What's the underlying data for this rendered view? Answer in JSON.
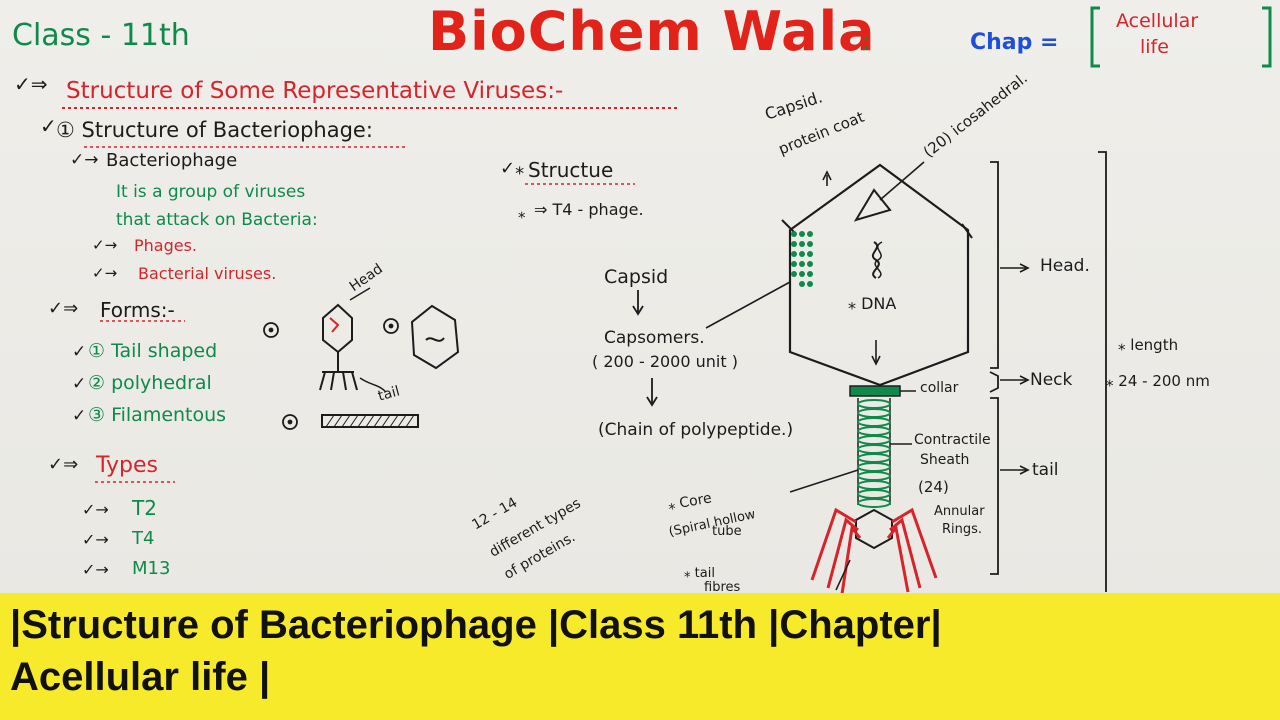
{
  "header": {
    "class_label": "Class - 11th",
    "brand": "BioChem Wala",
    "brand_suffix": ":",
    "chap_label": "Chap =",
    "chap_value_line1": "Acellular",
    "chap_value_line2": "life"
  },
  "notes": {
    "section_title": "Structure of Some Representative Viruses:-",
    "subtitle": "① Structure of Bacteriophage:",
    "term": "Bacteriophage",
    "definition_line1": "It is a group of viruses",
    "definition_line2": "that attack on Bacteria:",
    "alias1": "Phages.",
    "alias2": "Bacterial viruses.",
    "forms_label": "Forms:-",
    "form1": "① Tail shaped",
    "form2": "② polyhedral",
    "form3": "③ Filamentous",
    "types_label": "Types",
    "type1": "T2",
    "type2": "T4",
    "type3": "M13"
  },
  "small_sketch": {
    "head_label": "Head",
    "tail_label": "tail"
  },
  "middle": {
    "structure_label": "Structue",
    "t4_label": "⇒ T4 - phage.",
    "capsid": "Capsid",
    "capsomers": "Capsomers.",
    "units": "( 200 - 2000 unit )",
    "chain": "(Chain of polypeptide.)",
    "proteins_note_line1": "12 - 14",
    "proteins_note_line2": "different types",
    "proteins_note_line3": "of proteins."
  },
  "diagram": {
    "capsid_label": "Capsid.",
    "protein_coat_label": "protein coat",
    "icosahedral_label": "(20) icosahedral.",
    "dna_label": "DNA",
    "head_label": "Head.",
    "collar_label": "collar",
    "neck_label": "Neck",
    "sheath_line1": "Contractile",
    "sheath_line2": "Sheath",
    "sheath_line3": "(24)",
    "tail_label": "tail",
    "core_line1": "Core",
    "core_line2": "(Spiral hollow",
    "core_line3": "tube",
    "annular_line1": "Annular",
    "annular_line2": "Rings.",
    "tail_fibres_line1": "tail",
    "tail_fibres_line2": "fibres",
    "length_label": "length",
    "length_value": "24 - 200 nm"
  },
  "banner": {
    "line1": "|Structure of Bacteriophage |Class 11th |Chapter|",
    "line2": "Acellular life |"
  },
  "colors": {
    "ink_green": "#0f8a4a",
    "ink_red": "#d8232a",
    "ink_black": "#1c1c1c",
    "ink_blue": "#1f4fd6",
    "banner_yellow": "#f7ea2a"
  }
}
